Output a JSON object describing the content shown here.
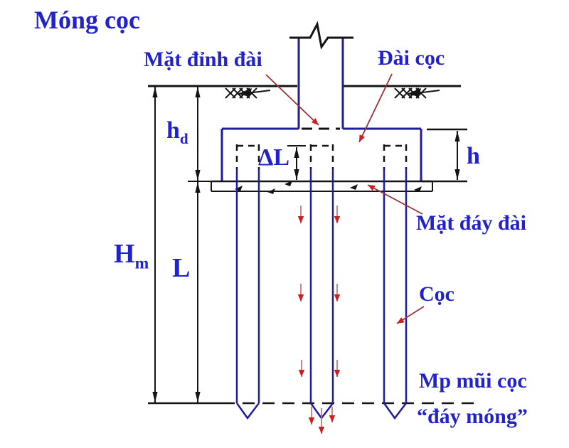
{
  "title": "Móng cọc",
  "labels": {
    "pile_cap_top": "Mặt đỉnh đài",
    "pile_cap": "Đài cọc",
    "pile_cap_bottom": "Mặt đáy đài",
    "pile": "Cọc",
    "pile_tip_plane": "Mp mũi cọc",
    "foundation_bottom": "“đáy móng”"
  },
  "dimensions": {
    "cap_embed_depth_main": "h",
    "cap_embed_depth_sub": "d",
    "cap_height": "h",
    "pile_head_embedment": "ΔL",
    "foundation_depth_main": "H",
    "foundation_depth_sub": "m",
    "pile_length": "L"
  },
  "colors": {
    "background": "#ffffff",
    "text_blue": "#2222cd",
    "structure_navy": "#1e1e9c",
    "drawing_black": "#141414",
    "leader_red": "#993333",
    "arrow_red": "#cc1f1f"
  }
}
